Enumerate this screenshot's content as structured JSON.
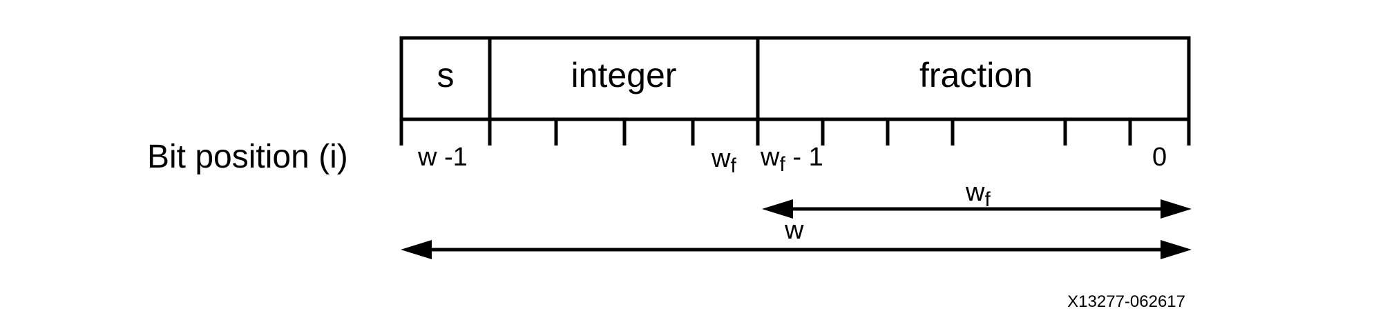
{
  "fields": [
    {
      "key": "sign",
      "label": "s"
    },
    {
      "key": "integer",
      "label": "integer"
    },
    {
      "key": "fraction",
      "label": "fraction"
    }
  ],
  "row_label": "Bit position (i)",
  "bit_labels": {
    "msb": "w -1",
    "int_lsb_base": "w",
    "int_lsb_sub": "f",
    "frac_msb_base": "w",
    "frac_msb_sub": "f",
    "frac_msb_suffix": " - 1",
    "lsb": "0"
  },
  "dimensions": {
    "fraction_width_base": "w",
    "fraction_width_sub": "f",
    "total_width": "w"
  },
  "figure_id": "X13277-062617",
  "colors": {
    "line": "#000000",
    "background": "#ffffff"
  }
}
